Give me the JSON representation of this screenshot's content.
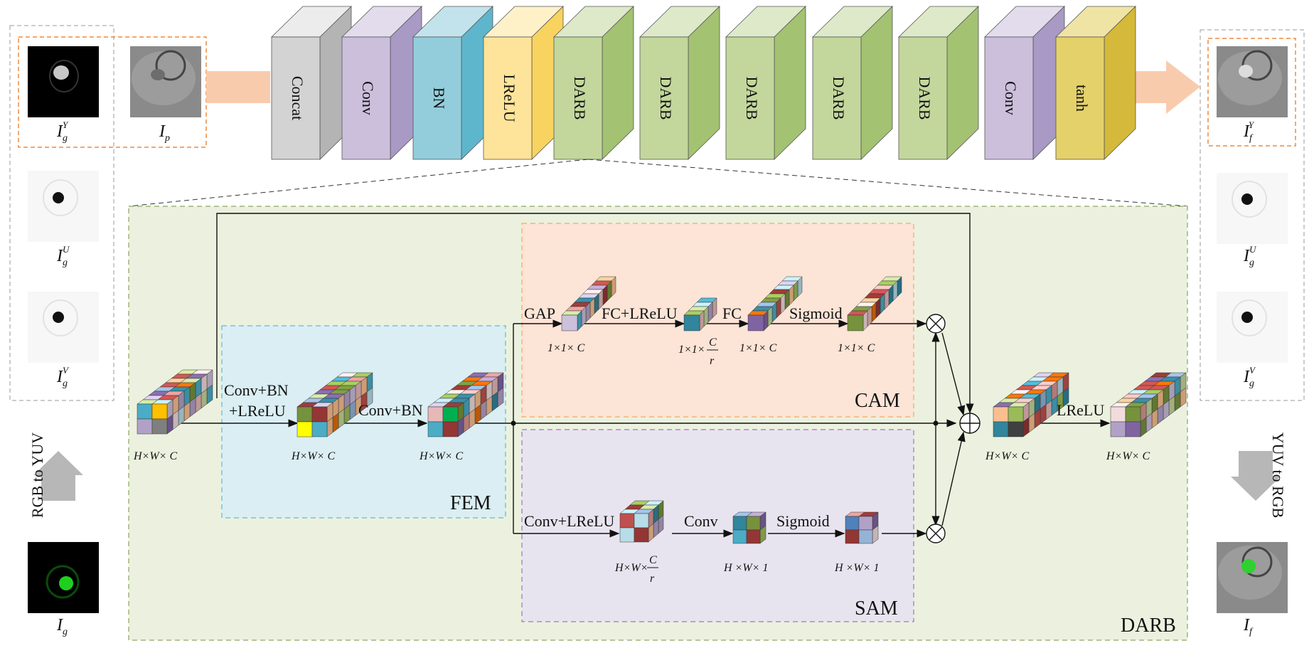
{
  "pipeline": {
    "blocks": [
      {
        "label": "Concat",
        "color": "gray"
      },
      {
        "label": "Conv",
        "color": "purple"
      },
      {
        "label": "BN",
        "color": "blue"
      },
      {
        "label": "LReLU",
        "color": "yellow"
      },
      {
        "label": "DARB",
        "color": "green"
      },
      {
        "label": "DARB",
        "color": "green"
      },
      {
        "label": "DARB",
        "color": "green"
      },
      {
        "label": "DARB",
        "color": "green"
      },
      {
        "label": "DARB",
        "color": "green"
      },
      {
        "label": "Conv",
        "color": "purple"
      },
      {
        "label": "tanh",
        "color": "gold"
      }
    ]
  },
  "left_panel": {
    "ig_y": {
      "main": "I",
      "sub": "g",
      "sup": "Y"
    },
    "ip": {
      "main": "I",
      "sub": "p",
      "sup": ""
    },
    "ig_u": {
      "main": "I",
      "sub": "g",
      "sup": "U"
    },
    "ig_v": {
      "main": "I",
      "sub": "g",
      "sup": "V"
    },
    "ig": {
      "main": "I",
      "sub": "g",
      "sup": ""
    },
    "conversion": "RGB to YUV"
  },
  "right_panel": {
    "if_y": {
      "main": "I",
      "sub": "f",
      "sup": "Y"
    },
    "ig_u": {
      "main": "I",
      "sub": "g",
      "sup": "U"
    },
    "ig_v": {
      "main": "I",
      "sub": "g",
      "sup": "V"
    },
    "if": {
      "main": "I",
      "sub": "f",
      "sup": ""
    },
    "conversion": "YUV to RGB"
  },
  "darb": {
    "title": "DARB",
    "fem_label": "FEM",
    "cam_label": "CAM",
    "sam_label": "SAM",
    "ops": {
      "conv_bn": "Conv+BN",
      "lrelu_plus": "+LReLU",
      "conv_bn2": "Conv+BN",
      "gap": "GAP",
      "fc_lrelu": "FC+LReLU",
      "fc": "FC",
      "sigmoid_cam": "Sigmoid",
      "conv_lrelu": "Conv+LReLU",
      "conv": "Conv",
      "sigmoid_sam": "Sigmoid",
      "lrelu": "LReLU"
    },
    "dims": {
      "hwc": "H×W× C",
      "one_one_c": "1×1× C",
      "one_one_cr_prefix": "1×1×",
      "hw_cr_prefix": "H×W×",
      "c": "C",
      "r": "r",
      "hw1": "H ×W× 1"
    }
  },
  "colors": {
    "concat": "#d3d3d3",
    "conv": "#cbbfdc",
    "bn": "#93cddb",
    "lrelu": "#fde49a",
    "darb": "#c3d79c",
    "tanh": "#e4d16a",
    "arrow": "#f8cbad",
    "fem_bg": "#daeef3",
    "cam_bg": "#fce4d6",
    "sam_bg": "#e8e4ef",
    "darb_bg": "#ebf1de"
  }
}
